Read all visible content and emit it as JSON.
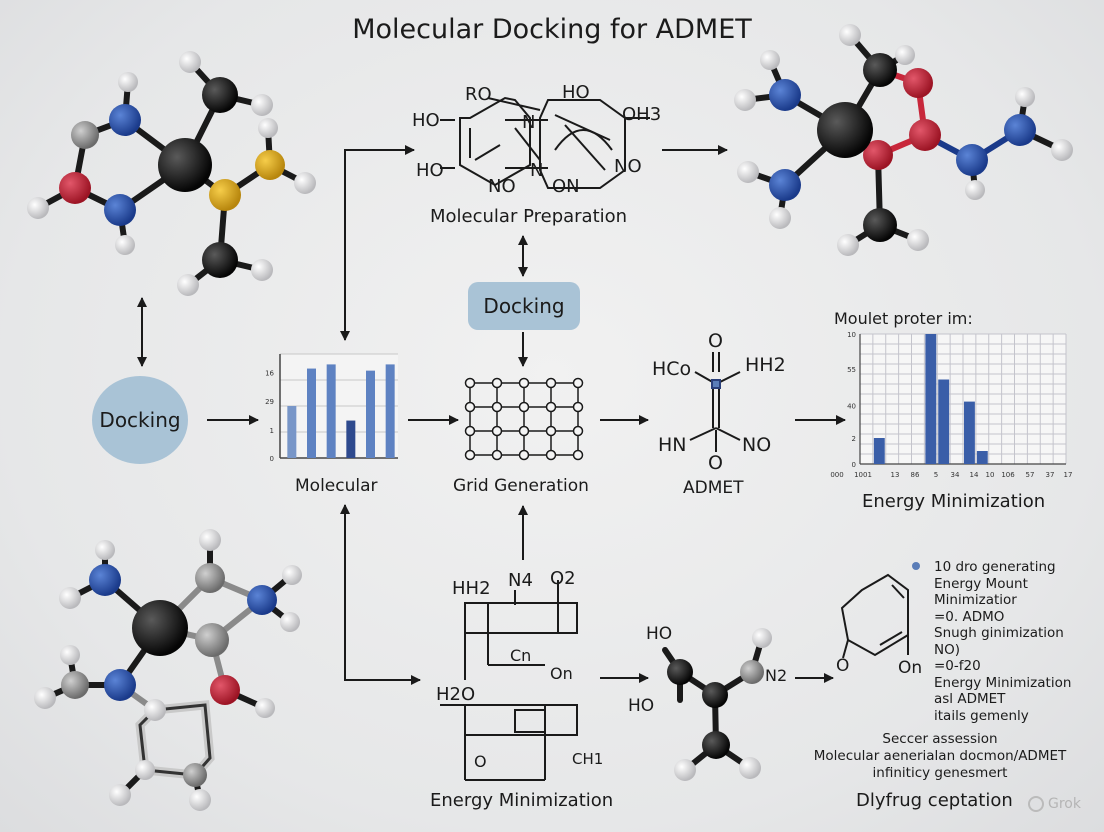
{
  "title": "Molecular Docking for ADMET",
  "labels": {
    "molecular_preparation": "Molecular Preparation",
    "docking_pill": "Docking",
    "docking_circle": "Docking",
    "molecular": "Molecular",
    "grid_generation": "Grid Generation",
    "admet": "ADMET",
    "energy_minimization_chart": "Energy Minimization",
    "energy_minimization_bottom": "Energy Minimization",
    "drug_acceptation": "Dlyfrug ceptation"
  },
  "structure_prep": {
    "t1": "RO",
    "t2": "HO",
    "t3": "OH3",
    "t4": "HO",
    "t5": "HO",
    "t6": "N",
    "t7": "NO",
    "t8": "N",
    "t9": "ON",
    "t10": "NO"
  },
  "structure_admet": {
    "t1": "HCo",
    "t2": "O",
    "t3": "HH2",
    "t4": "HN",
    "t5": "NO",
    "t6": "O"
  },
  "structure_energy": {
    "t1": "HH2",
    "t2": "N4",
    "t3": "O2",
    "t4": "Cn",
    "t5": "H2O",
    "t6": "On",
    "t7": "O",
    "t8": "CH1"
  },
  "structure_small": {
    "t1": "HO",
    "t2": "N2",
    "t3": "HO"
  },
  "structure_ring": {
    "t1": "O",
    "t2": "On"
  },
  "notes": [
    "10 dro generating",
    "Energy Mount",
    "Minimizatior",
    "=0. ADMO",
    "Snugh ginimization",
    "NO)",
    "=0-f20",
    "Energy Minimization",
    "asl ADMET",
    "itails gemenly"
  ],
  "assessment": [
    "Seccer assession",
    "Molecular aenerialan docmon/ADMET",
    "infiniticy genesmert"
  ],
  "watermark": "Grok",
  "chart_data": [
    {
      "type": "bar",
      "title": "",
      "yticks": [
        "16",
        "29",
        "1",
        "0"
      ],
      "values": [
        0.5,
        0.86,
        0.9,
        0.36,
        0.84,
        0.9
      ],
      "series_colors": [
        "#7896c8",
        "#5e82c2",
        "#5e82c2",
        "#2e4a8e",
        "#5e82c2",
        "#5e82c2"
      ],
      "grid": true
    },
    {
      "type": "bar",
      "title": "Moulet proter im:",
      "xlabel": "Energy Minimization",
      "yticks": [
        "10",
        "55",
        "40",
        "2",
        "0"
      ],
      "xticks": [
        "000",
        "1001",
        "13",
        "86",
        "5",
        "34",
        "14",
        "10",
        "106",
        "57",
        "37",
        "17"
      ],
      "values": [
        0,
        0.2,
        0,
        0,
        0,
        1.0,
        0.65,
        0,
        0.48,
        0.1,
        0,
        0,
        0,
        0,
        0,
        0
      ],
      "series_colors": [
        "#3a5ea8"
      ],
      "grid": true
    }
  ],
  "colors": {
    "bubble": "#a9c3d6",
    "bar": "#5e82c2",
    "arrow": "#1a1a1a"
  }
}
